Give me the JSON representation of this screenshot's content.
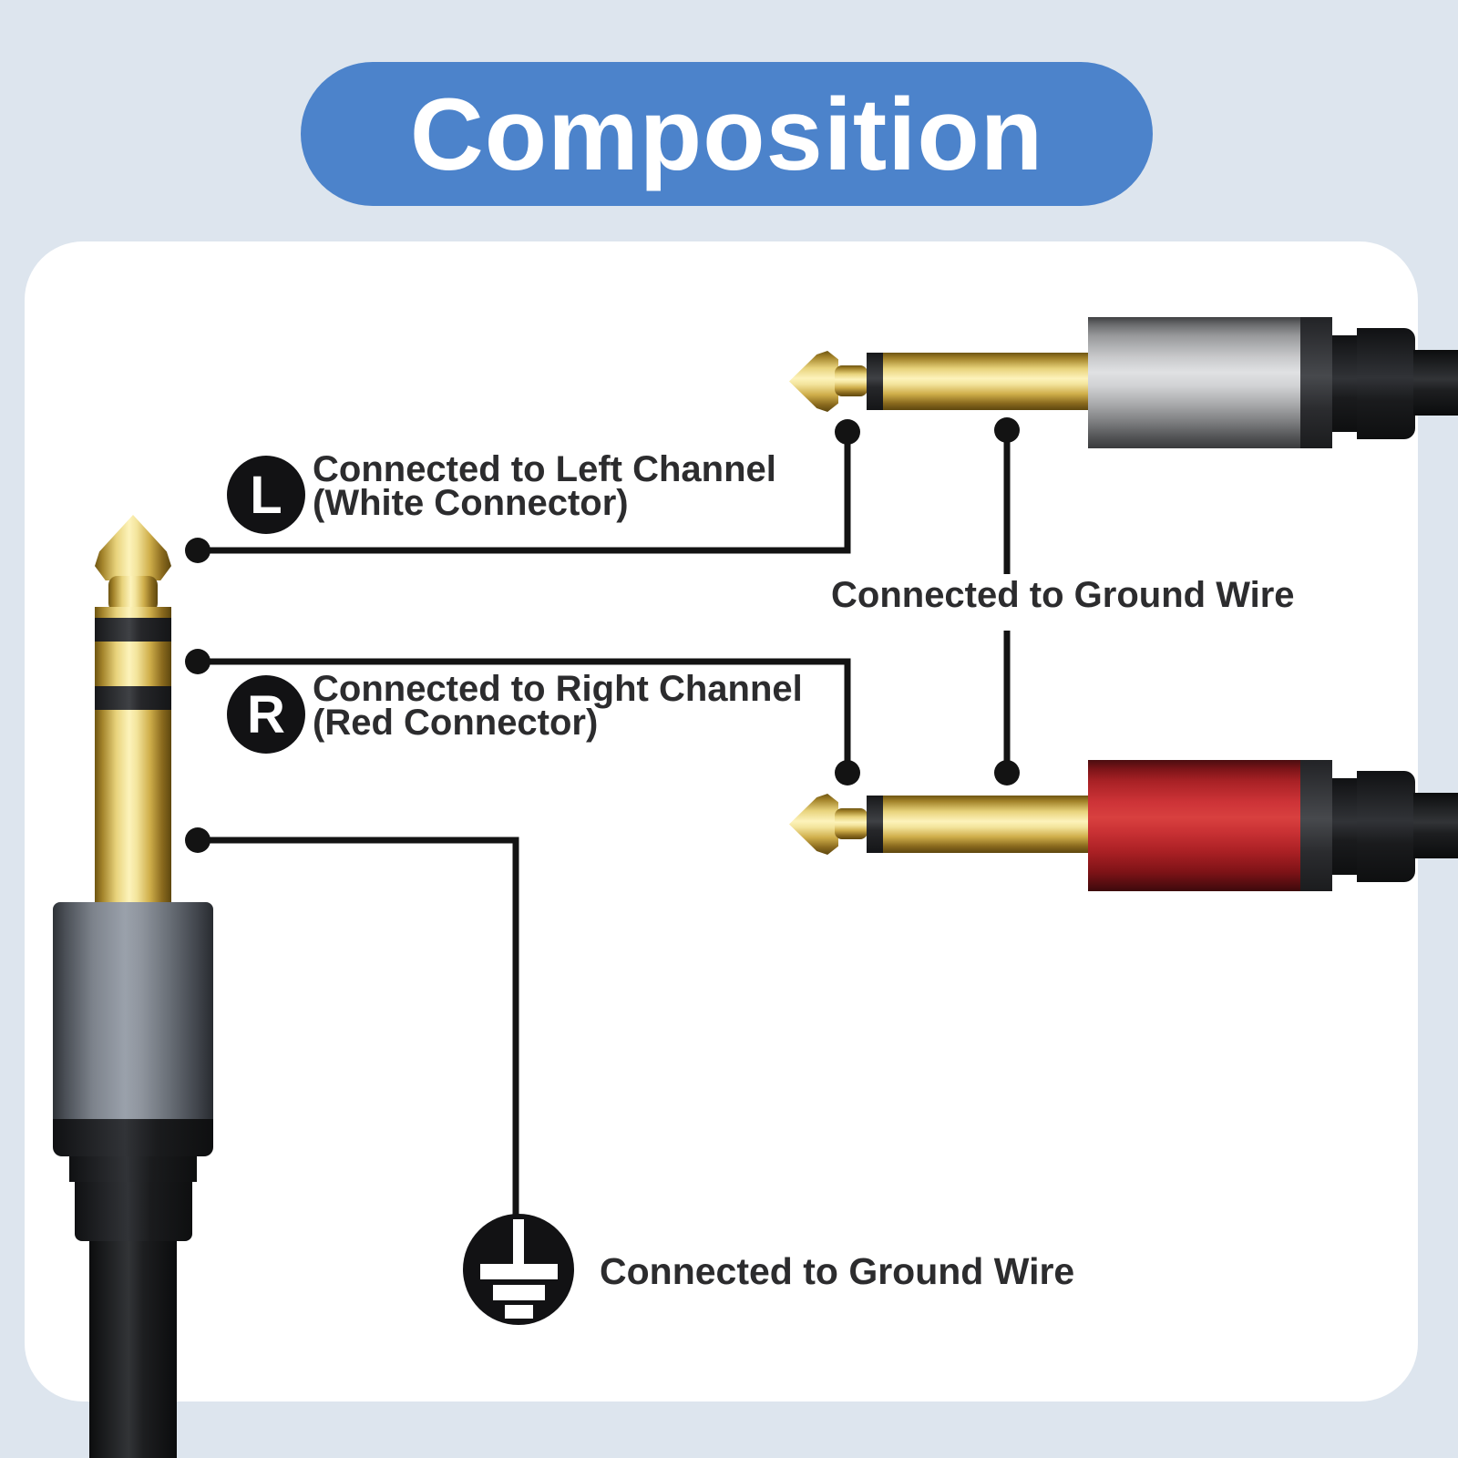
{
  "header": {
    "title": "Composition"
  },
  "labels": {
    "left_channel": {
      "badge": "L",
      "line1": "Connected to Left Channel",
      "line2": "(White Connector)"
    },
    "right_channel": {
      "badge": "R",
      "line1": "Connected to Right Channel",
      "line2": "(Red Connector)"
    },
    "ground_middle": {
      "text": "Connected to Ground Wire"
    },
    "ground_bottom": {
      "text": "Connected to Ground Wire"
    }
  },
  "icons": {
    "ground": "earth-ground-symbol"
  },
  "colors": {
    "background": "#dde5ee",
    "card": "#ffffff",
    "accent_blue": "#4c83cb",
    "title_text": "#ffffff",
    "label_text": "#2c2c2e",
    "annotation_black": "#131313",
    "gold": "#d9b952",
    "silver_body": "#c7c8ca",
    "red_body": "#c93134",
    "gray_body": "#8f959e",
    "cable_black": "#141517"
  }
}
